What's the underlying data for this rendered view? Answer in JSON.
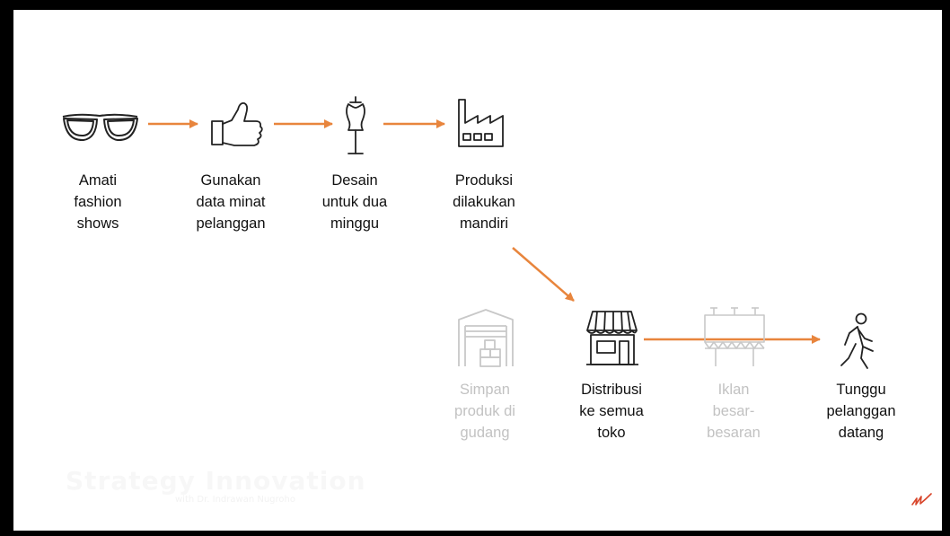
{
  "colors": {
    "arrow": "#e8853d",
    "text": "#111111",
    "faded": "#c2c2c2"
  },
  "top_steps": [
    {
      "icon": "glasses-icon",
      "lines": [
        "Amati",
        "fashion",
        "shows"
      ]
    },
    {
      "icon": "thumbs-up-icon",
      "lines": [
        "Gunakan",
        "data minat",
        "pelanggan"
      ]
    },
    {
      "icon": "dress-form-icon",
      "lines": [
        "Desain",
        "untuk dua",
        "minggu"
      ]
    },
    {
      "icon": "factory-icon",
      "lines": [
        "Produksi",
        "dilakukan",
        "mandiri"
      ]
    }
  ],
  "bottom_steps": [
    {
      "icon": "warehouse-icon",
      "faded": true,
      "lines": [
        "Simpan",
        "produk di",
        "gudang"
      ]
    },
    {
      "icon": "store-icon",
      "faded": false,
      "lines": [
        "Distribusi",
        "ke semua",
        "toko"
      ]
    },
    {
      "icon": "billboard-icon",
      "faded": true,
      "lines": [
        "Iklan",
        "besar-",
        "besaran"
      ]
    },
    {
      "icon": "walking-person-icon",
      "faded": false,
      "lines": [
        "Tunggu",
        "pelanggan",
        "datang"
      ]
    }
  ],
  "watermark": {
    "title": "Strategy Innovation",
    "subtitle": "with Dr. Indrawan Nugroho"
  }
}
